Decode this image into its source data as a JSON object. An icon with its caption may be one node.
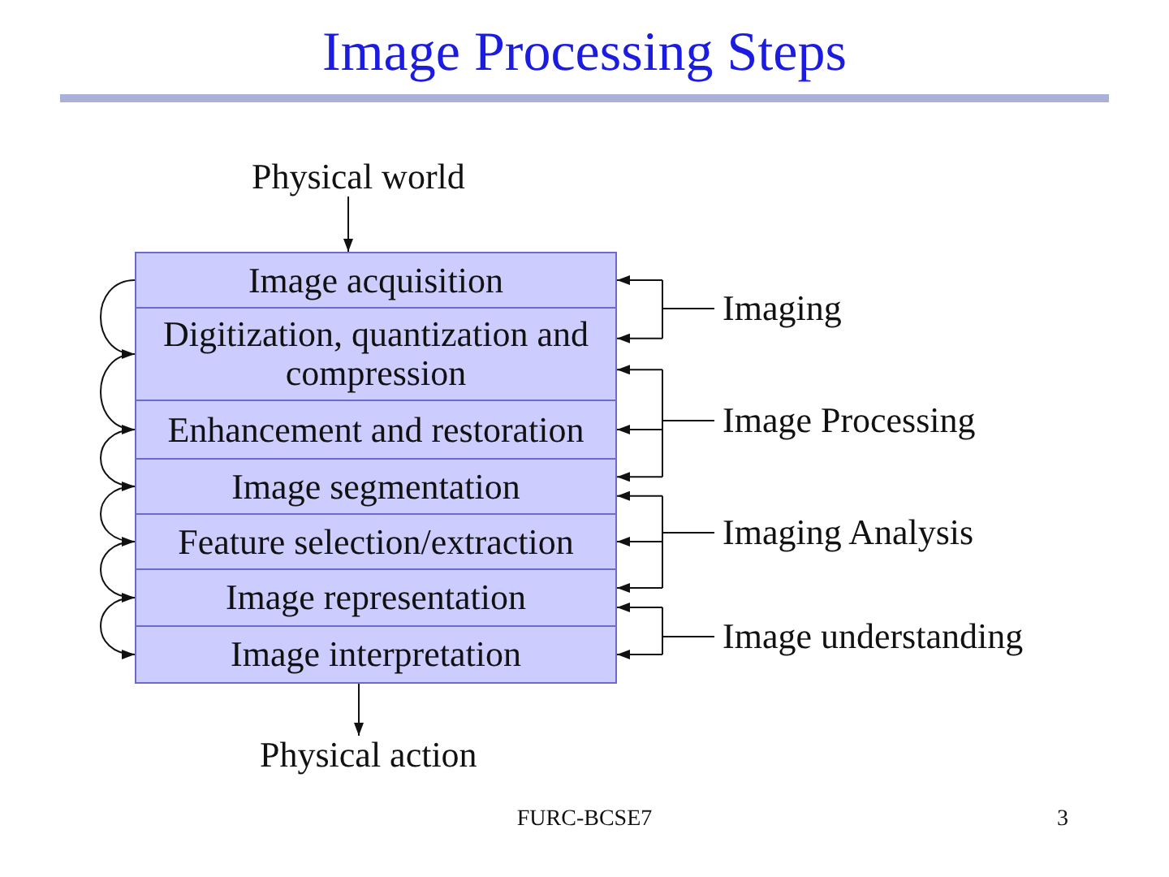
{
  "diagram": {
    "title": "Image Processing Steps",
    "nodes": [
      {
        "text": [
          "Physical world"
        ]
      },
      {
        "text": [
          "Image acquisition"
        ]
      },
      {
        "text": [
          "Digitization, quantization and compression"
        ]
      },
      {
        "text": [
          "Enhancement and restoration"
        ]
      },
      {
        "text": [
          "Image segmentation"
        ]
      },
      {
        "text": [
          "Feature selection/extraction"
        ]
      },
      {
        "text": [
          "Image representation"
        ]
      },
      {
        "text": [
          "Image interpretation"
        ]
      },
      {
        "text": [
          "Physical action"
        ]
      },
      {
        "text": [
          "Imaging"
        ]
      },
      {
        "text": [
          "Image Processing"
        ]
      },
      {
        "text": [
          "Imaging Analysis"
        ]
      },
      {
        "text": [
          "Image understanding"
        ]
      }
    ],
    "edges": [
      {
        "from": 0,
        "to": 1,
        "arrow": "to"
      },
      {
        "from": 1,
        "to": 2,
        "arrow": "to"
      },
      {
        "from": 2,
        "to": 3,
        "arrow": "to"
      },
      {
        "from": 3,
        "to": 4,
        "arrow": "to"
      },
      {
        "from": 4,
        "to": 5,
        "arrow": "to"
      },
      {
        "from": 5,
        "to": 6,
        "arrow": "to"
      },
      {
        "from": 6,
        "to": 7,
        "arrow": "to"
      },
      {
        "from": 7,
        "to": 8,
        "arrow": "to"
      },
      {
        "from": 9,
        "to": 1,
        "arrow": "to"
      },
      {
        "from": 9,
        "to": 2,
        "arrow": "to"
      },
      {
        "from": 10,
        "to": 2,
        "arrow": "to"
      },
      {
        "from": 10,
        "to": 3,
        "arrow": "to"
      },
      {
        "from": 10,
        "to": 4,
        "arrow": "to"
      },
      {
        "from": 11,
        "to": 4,
        "arrow": "to"
      },
      {
        "from": 11,
        "to": 5,
        "arrow": "to"
      },
      {
        "from": 11,
        "to": 6,
        "arrow": "to"
      },
      {
        "from": 12,
        "to": 6,
        "arrow": "to"
      },
      {
        "from": 12,
        "to": 7,
        "arrow": "to"
      }
    ],
    "labels": [
      "FURC-BCSE7",
      "3"
    ]
  }
}
